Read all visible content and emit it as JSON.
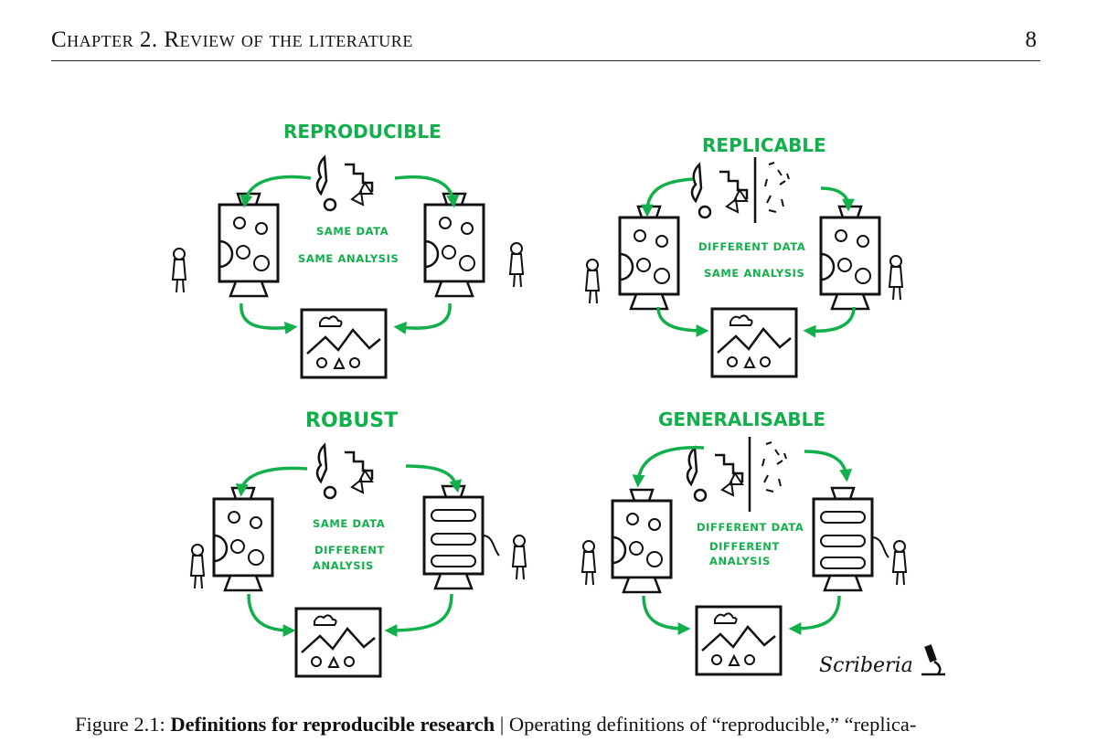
{
  "header": {
    "chapter_title": "Chapter 2.  Review of the literature",
    "page_number": "8"
  },
  "figure": {
    "panels": [
      {
        "title": "REPRODUCIBLE",
        "line1": "SAME DATA",
        "line2": "SAME ANALYSIS",
        "line3": ""
      },
      {
        "title": "REPLICABLE",
        "line1": "DIFFERENT DATA",
        "line2": "SAME ANALYSIS",
        "line3": ""
      },
      {
        "title": "ROBUST",
        "line1": "SAME DATA",
        "line2": "DIFFERENT",
        "line3": "ANALYSIS"
      },
      {
        "title": "GENERALISABLE",
        "line1": "DIFFERENT DATA",
        "line2": "DIFFERENT",
        "line3": "ANALYSIS"
      }
    ],
    "signature": "Scriberia"
  },
  "caption": {
    "label": "Figure 2.1:",
    "bold": "Definitions for reproducible research",
    "rest": " | Operating definitions of “reproducible,” “replica-"
  },
  "colors": {
    "accent": "#12b04b",
    "ink": "#111111"
  }
}
